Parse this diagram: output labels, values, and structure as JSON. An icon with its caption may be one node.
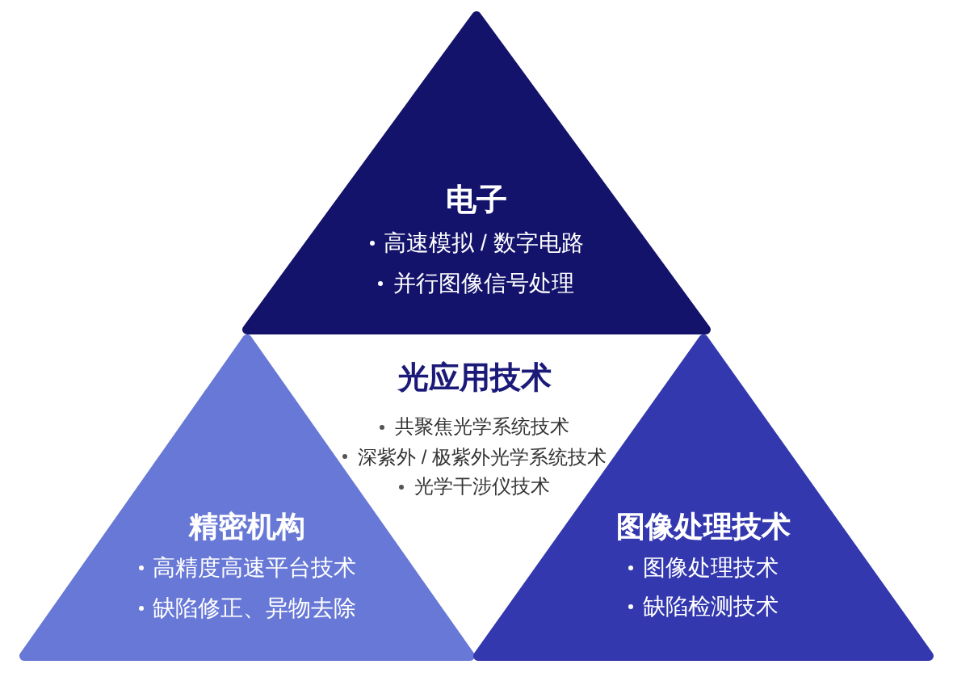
{
  "diagram": {
    "nodes": [
      {
        "text": [
          "电子",
          "高速模拟 / 数字电路",
          "并行图像信号处理"
        ]
      },
      {
        "text": [
          "光应用技术",
          "共聚焦光学系统技术",
          "深紫外 / 极紫外光学系统技术",
          "光学干涉仪技术"
        ]
      },
      {
        "text": [
          "精密机构",
          "高精度高速平台技术",
          "缺陷修正、异物去除"
        ]
      },
      {
        "text": [
          "图像处理技术",
          "图像处理技术",
          "缺陷检测技术"
        ]
      }
    ]
  }
}
